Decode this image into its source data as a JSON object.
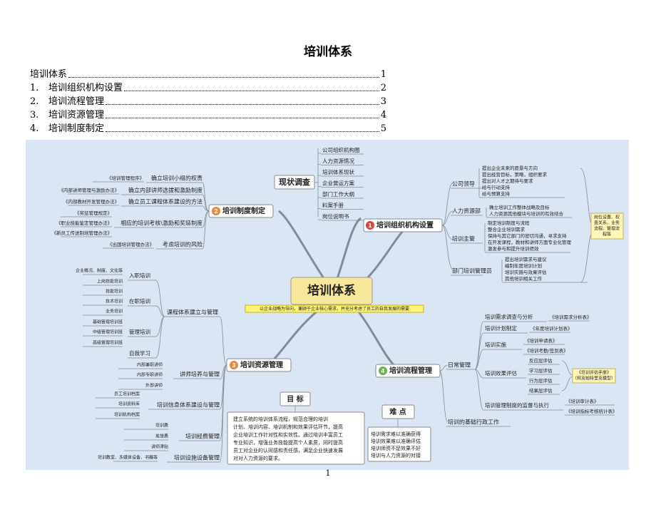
{
  "title": "培训体系",
  "toc": [
    {
      "num": "",
      "text": "培训体系",
      "page": "1"
    },
    {
      "num": "1.",
      "text": "培训组织机构设置",
      "page": "2"
    },
    {
      "num": "2.",
      "text": "培训流程管理",
      "page": "3"
    },
    {
      "num": "3.",
      "text": "培训资源管理",
      "page": "4"
    },
    {
      "num": "4.",
      "text": "培训制度制定",
      "page": "5"
    }
  ],
  "page_number": "1",
  "mindmap": {
    "center": {
      "label": "培训体系",
      "subtitle": "以企业战略为导向，兼顾于企业核心需求，并充分考虑了员工的自我发展的需要"
    },
    "colors": {
      "background": "#dbe6f4",
      "badge": "#e8873a",
      "badge_green": "#6ab04c",
      "badge_red": "#d9443b",
      "center_fill": "#f7e79b",
      "subtitle_fill": "#fff47a",
      "line": "#7f8c99"
    },
    "status_survey": {
      "label": "现状调查",
      "items": [
        "公司组织机构图",
        "人力资源情况",
        "培训体系现状",
        "企业营运方案",
        "部门工作大纲",
        "料案手册",
        "岗位说明书"
      ]
    },
    "org": {
      "badge": "1",
      "label": "培训组织机构设置",
      "groups": [
        {
          "label": "公司领导",
          "items": [
            "提出企业未来的愿景与方向",
            "提出经营目标，策略，组织要求",
            "提出对人才之期待与要求",
            "给与行动支持",
            "给与预算支持"
          ]
        },
        {
          "label": "人力资源部",
          "items": [
            "确立培训工作整体战略及目标",
            "人力资源其他模块与培训的有效结合"
          ]
        },
        {
          "label": "培训主管",
          "items": [
            "制定培训制度与流程",
            "整合企业培训需求",
            "保持与其它部门的密切沟通，寻求支持",
            "在开发课程，教材和讲师方面专业化管理",
            "激发参与和提升培训绩效"
          ]
        },
        {
          "label": "部门培训管理员",
          "items": [
            "提出培训需求与建议",
            "编制年度培训计划",
            "培训实施与效果评估",
            "其他培训相关工作"
          ]
        }
      ],
      "note": [
        "岗位设置、权",
        "责关系、业务",
        "流程、管理流",
        "程等"
      ]
    },
    "rules": {
      "badge": "2",
      "label": "培训制度制定",
      "groups": [
        {
          "label": "确立培训小组的权责",
          "docs": [
            "《培训管理程序》"
          ]
        },
        {
          "label": "确立内部讲师选拔和激励制度",
          "docs": [
            "《内部讲师管理与激励办法》"
          ]
        },
        {
          "label": "确立员工课程体系建设的方法",
          "docs": [
            "《内部教材开发管理办法》"
          ]
        },
        {
          "label": "相应的培训考核\\激励和奖惩制度",
          "docs": [
            "《奖惩管理规定》",
            "《职业技能鉴定管理办法》",
            "《新员工传送制培管理办法》"
          ]
        },
        {
          "label": "考虑培训的风险",
          "docs": [
            "《出国培训管理办法》"
          ]
        }
      ]
    },
    "resources": {
      "badge": "3",
      "label": "培训资源管理",
      "course": {
        "label": "课程体系建立与管理",
        "sub": [
          {
            "label": "入职培训",
            "items": [
              "企业概况、制度、文化等",
              "上岗技能培训"
            ]
          },
          {
            "label": "在职培训",
            "items": [
              "技能培训",
              "技术培训",
              "业务培训"
            ]
          },
          {
            "label": "管理培训",
            "items": [
              "基础管理培训班",
              "中级管理培训班",
              "高级管理培训班"
            ]
          },
          {
            "label": "自我学习",
            "items": []
          }
        ]
      },
      "lecturer": {
        "label": "讲师培养与管理",
        "items": [
          "内部兼职讲师",
          "内部专职讲师",
          "外部讲师"
        ]
      },
      "info": {
        "label": "培训信息体系建设与管理",
        "items": [
          "员工培训档案",
          "培训资料库",
          "培训机构档案"
        ]
      },
      "budget": {
        "label": "培训经费管理",
        "items": [
          "培训费",
          "差旅费",
          "讲师津贴"
        ]
      },
      "facility": {
        "label": "培训设施设备管理",
        "items": [
          "培训教室、多媒体设备、书籍等"
        ]
      }
    },
    "process": {
      "badge": "4",
      "label": "培训流程管理",
      "daily": "日常管理",
      "items": [
        {
          "label": "培训需求调查与分析",
          "docs": [
            "《培训需求分析表》"
          ]
        },
        {
          "label": "培训计划制定",
          "docs": [
            "《年度培训计划表》"
          ]
        },
        {
          "label": "培训实施",
          "docs": [
            "《培训申请表》",
            "《培训考勤/签到表》"
          ]
        },
        {
          "label": "培训效果评估",
          "docs": [
            "反应层评估",
            "学习层评估",
            "行为层评估",
            "结果层评估"
          ],
          "note": [
            "《培训评估手册》",
            "（柯克帕特里克模型）"
          ]
        },
        {
          "label": "培训管理制度的监督与执行",
          "docs": [
            "《培训审计表》",
            "《培训指标考核统计表》"
          ]
        }
      ],
      "base": "培训的基础行政工作"
    },
    "goal": {
      "label": "目 标",
      "text": [
        "建立系统的培训体系流程，规范合理的培训",
        "计划、培训内容、培训机制和效果评估环节，提高",
        "企业培训工作针对性和实效性。通过培训丰富员工",
        "专业知识，增强业务技能提高个人素质，同时提高",
        "员工对企业的认同感和责任感，满足企业快速发展",
        "对对人力资源的要求。"
      ]
    },
    "difficulty": {
      "label": "难 点",
      "text": [
        "培训需求难以准确获得",
        "培训效果难以准确评估",
        "培训师资不足效果不好",
        "培训与人力资源的对接"
      ]
    }
  }
}
